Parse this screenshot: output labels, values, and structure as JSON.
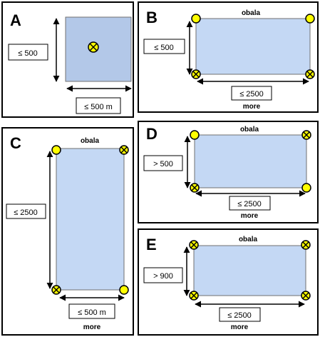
{
  "colors": {
    "area_fill": "#c4d8f4",
    "area_fill_a": "#b3c8e8",
    "area_stroke": "#707070",
    "marker_fill": "#ffff00",
    "line": "#000000"
  },
  "panels": {
    "a": {
      "letter": "A",
      "dim_vertical": "≤ 500",
      "dim_horizontal": "≤ 500 m"
    },
    "b": {
      "letter": "B",
      "coast_label": "obala",
      "dim_vertical": "≤ 500",
      "dim_horizontal": "≤ 2500",
      "more_label": "more"
    },
    "c": {
      "letter": "C",
      "coast_label": "obala",
      "dim_vertical": "≤ 2500",
      "dim_horizontal": "≤ 500 m",
      "more_label": "more"
    },
    "d": {
      "letter": "D",
      "coast_label": "obala",
      "dim_vertical": "> 500",
      "dim_horizontal": "≤ 2500",
      "more_label": "more"
    },
    "e": {
      "letter": "E",
      "coast_label": "obala",
      "dim_vertical": "> 900",
      "dim_horizontal": "≤ 2500",
      "more_label": "more"
    }
  },
  "marker_types": {
    "plain": "yellow-circle-marker",
    "crossed": "yellow-circle-cross-marker"
  }
}
